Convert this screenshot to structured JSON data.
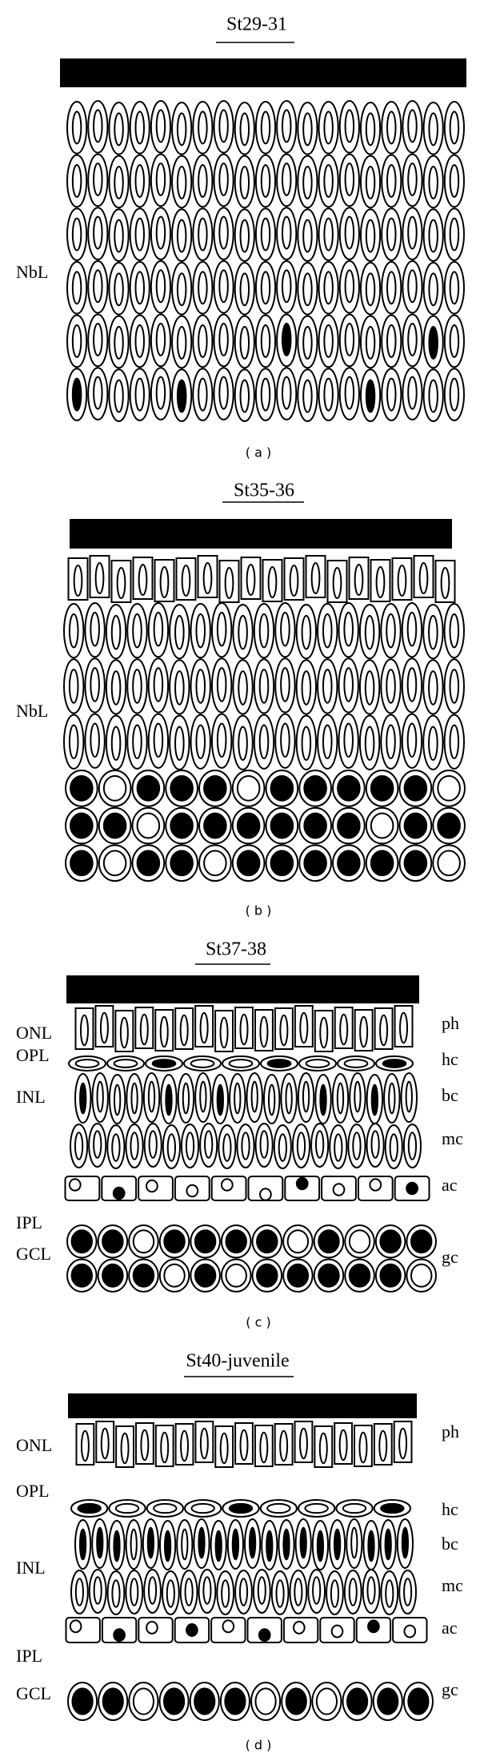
{
  "panels": {
    "a": {
      "title": "St29-31",
      "caption": "( a )",
      "left_labels": [
        "NbL"
      ],
      "right_labels": [],
      "nbl_rows_dark": [
        [],
        [],
        [],
        [],
        [
          10,
          17
        ],
        [
          0,
          5,
          14
        ]
      ]
    },
    "b": {
      "title": "St35-36",
      "caption": "( b )",
      "left_labels": [
        "NbL"
      ],
      "right_labels": [],
      "round_rows": [
        [
          1,
          0,
          1,
          1,
          1,
          0,
          1,
          1,
          1,
          1,
          1,
          0
        ],
        [
          1,
          1,
          0,
          1,
          1,
          1,
          1,
          1,
          1,
          0,
          1,
          1
        ],
        [
          1,
          0,
          1,
          1,
          0,
          1,
          1,
          1,
          1,
          1,
          1,
          0
        ]
      ]
    },
    "c": {
      "title": "St37-38",
      "caption": "( c )",
      "left_labels": [
        "ONL",
        "OPL",
        "INL",
        "IPL",
        "GCL"
      ],
      "right_labels": [
        "ph",
        "hc",
        "bc",
        "mc",
        "ac",
        "gc"
      ],
      "hc": [
        0,
        0,
        1,
        0,
        0,
        1,
        0,
        0,
        1
      ],
      "bc": [
        1,
        0,
        0,
        0,
        0,
        1,
        0,
        0,
        1,
        0,
        0,
        0,
        0,
        0,
        1,
        0,
        0,
        1,
        0,
        0
      ],
      "ac": [
        0,
        1,
        0,
        0,
        0,
        0,
        1,
        0,
        0,
        1
      ],
      "gc": [
        [
          1,
          1,
          0,
          1,
          1,
          1,
          1,
          0,
          1,
          0,
          1,
          1
        ],
        [
          1,
          1,
          1,
          0,
          1,
          0,
          1,
          1,
          1,
          1,
          1,
          0
        ]
      ]
    },
    "d": {
      "title": "St40-juvenile",
      "caption": "( d )",
      "left_labels": [
        "ONL",
        "OPL",
        "INL",
        "IPL",
        "GCL"
      ],
      "right_labels": [
        "ph",
        "hc",
        "bc",
        "mc",
        "ac",
        "gc"
      ],
      "hc": [
        1,
        0,
        0,
        0,
        1,
        0,
        0,
        0,
        1
      ],
      "bc": [
        1,
        1,
        1,
        0,
        1,
        1,
        0,
        1,
        1,
        1,
        1,
        1,
        1,
        1,
        1,
        1,
        0,
        1,
        1,
        1
      ],
      "ac": [
        0,
        1,
        0,
        1,
        0,
        1,
        0,
        0,
        1,
        0
      ],
      "gc": [
        [
          1,
          1,
          0,
          1,
          1,
          1,
          0,
          1,
          0,
          1,
          1,
          1
        ]
      ]
    }
  },
  "colors": {
    "ink": "#000000",
    "paper": "#ffffff"
  }
}
